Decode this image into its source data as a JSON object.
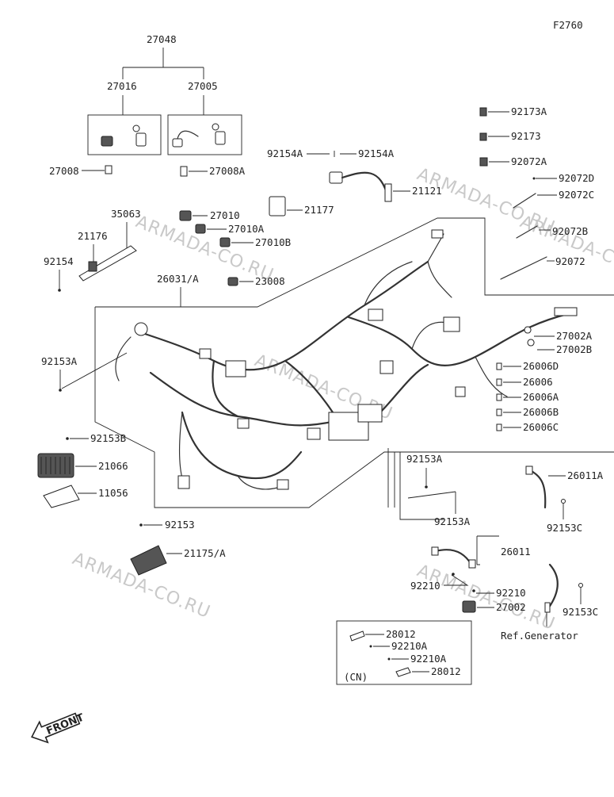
{
  "diagram_code": "F2760",
  "watermark": "ARMADA-CO.RU",
  "front_label": "FRONT",
  "cn_label": "(CN)",
  "ref_generator": "Ref.Generator",
  "parts": {
    "p27048": "27048",
    "p27016": "27016",
    "p27005": "27005",
    "p27008": "27008",
    "p27008A": "27008A",
    "p35063": "35063",
    "p21176": "21176",
    "p92154": "92154",
    "p27010": "27010",
    "p27010A": "27010A",
    "p27010B": "27010B",
    "p21177": "21177",
    "p92154A_l": "92154A",
    "p92154A_r": "92154A",
    "p21121": "21121",
    "p92173A": "92173A",
    "p92173": "92173",
    "p92072A": "92072A",
    "p92072D": "92072D",
    "p92072C": "92072C",
    "p92072B": "92072B",
    "p92072": "92072",
    "p26031A": "26031/A",
    "p23008": "23008",
    "p92153A_l": "92153A",
    "p27002A": "27002A",
    "p27002B": "27002B",
    "p26006D": "26006D",
    "p26006": "26006",
    "p26006A": "26006A",
    "p26006B": "26006B",
    "p26006C": "26006C",
    "p92153B": "92153B",
    "p21066": "21066",
    "p11056": "11056",
    "p92153A_m": "92153A",
    "p92153A_b": "92153A",
    "p26011A": "26011A",
    "p92153C_a": "92153C",
    "p92153": "92153",
    "p21175A": "21175/A",
    "p26011": "26011",
    "p92210_a": "92210",
    "p92210_b": "92210",
    "p27002": "27002",
    "p92153C_b": "92153C",
    "p28012_a": "28012",
    "p92210A_a": "92210A",
    "p92210A_b": "92210A",
    "p28012_b": "28012"
  }
}
